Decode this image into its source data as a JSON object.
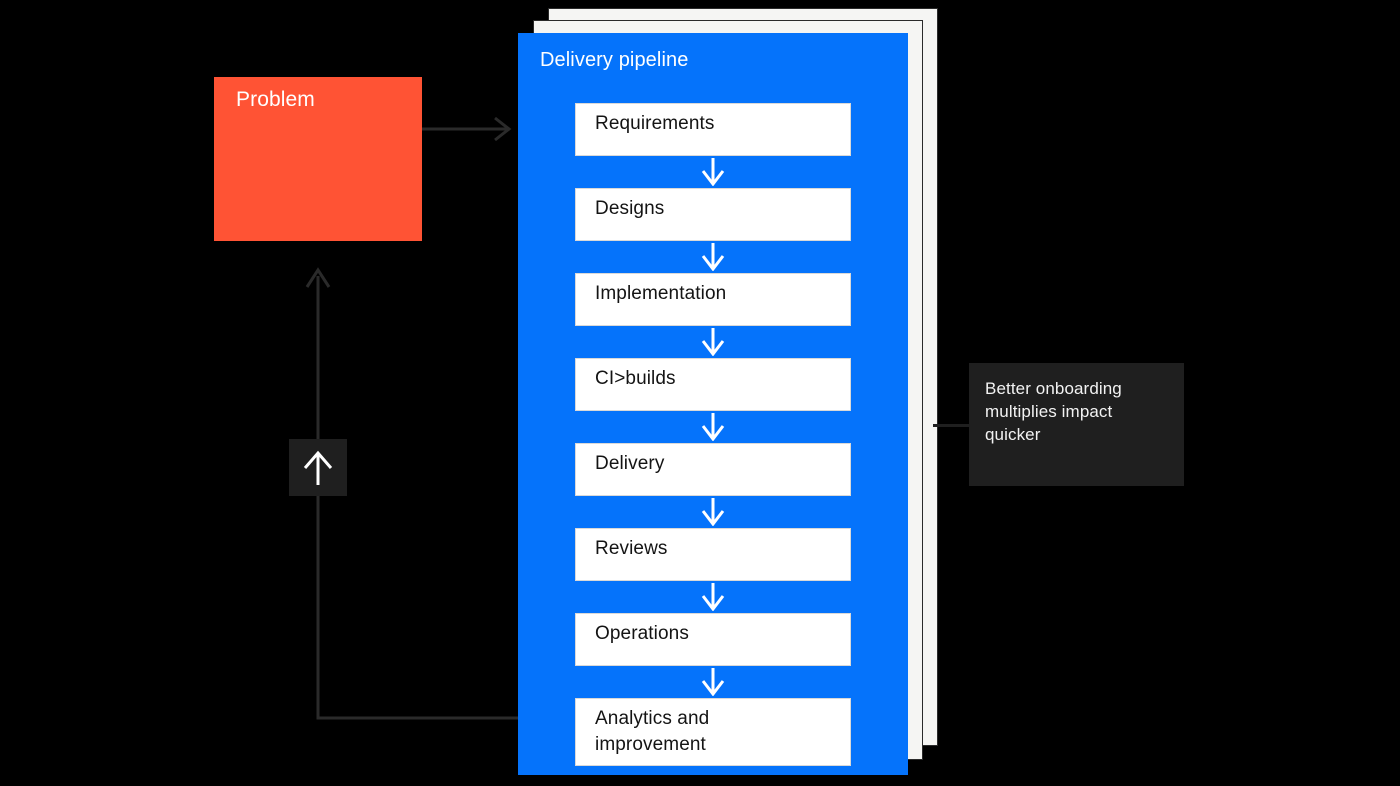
{
  "diagram": {
    "background_color": "#000000",
    "problem_node": {
      "label": "Problem",
      "color": "#ff5334",
      "text_color": "#ffffff"
    },
    "pipeline_panel": {
      "title": "Delivery pipeline",
      "color": "#0573fb",
      "title_color": "#ffffff",
      "sheet_color": "#f5f5f3",
      "steps": [
        {
          "label": "Requirements"
        },
        {
          "label": "Designs"
        },
        {
          "label": "Implementation"
        },
        {
          "label": "CI>builds"
        },
        {
          "label": "Delivery"
        },
        {
          "label": "Reviews"
        },
        {
          "label": "Operations"
        },
        {
          "label": "Analytics and\nimprovement"
        }
      ]
    },
    "annotation": {
      "text": "Better onboarding\nmultiplies impact\nquicker",
      "color": "#1f1f1f",
      "text_color": "#f2f2f2"
    },
    "feedback": {
      "badge_icon": "arrow-up-icon",
      "badge_color": "#1f1f1f",
      "line_color": "#2a2a2a"
    },
    "connectors": {
      "problem_to_pipeline_icon": "arrow-right-icon",
      "step_arrow_icon": "chevron-down-arrow-icon",
      "color": "#2a2a2a"
    }
  }
}
